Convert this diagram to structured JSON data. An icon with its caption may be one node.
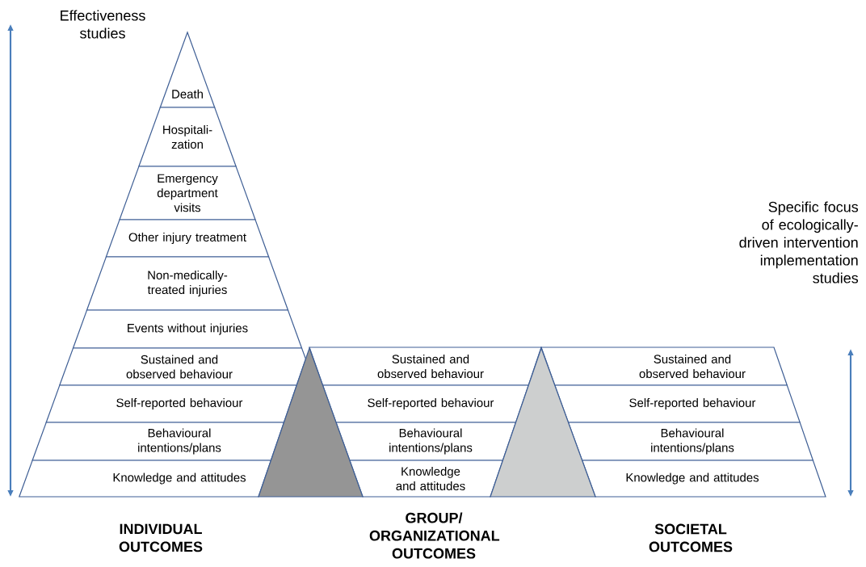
{
  "diagram": {
    "nodes": [
      {
        "text": [
          "Death"
        ]
      },
      {
        "text": [
          "Hospitali- zation"
        ]
      },
      {
        "text": [
          "Emergency department visits"
        ]
      },
      {
        "text": [
          "Other injury treatment"
        ]
      },
      {
        "text": [
          "Non-medically-treated injuries"
        ]
      },
      {
        "text": [
          "Events without injuries"
        ]
      },
      {
        "text": [
          "Sustained and observed behaviour"
        ]
      },
      {
        "text": [
          "Self-reported behaviour"
        ]
      },
      {
        "text": [
          "Behavioural intentions/plans"
        ]
      },
      {
        "text": [
          "Knowledge and attitudes"
        ]
      },
      {
        "text": [
          "Sustained and observed behaviour"
        ]
      },
      {
        "text": [
          "Self-reported behaviour"
        ]
      },
      {
        "text": [
          "Behavioural intentions/plans"
        ]
      },
      {
        "text": [
          "Knowledge and attitudes"
        ]
      },
      {
        "text": [
          "Sustained and observed behaviour"
        ]
      },
      {
        "text": [
          "Self-reported behaviour"
        ]
      },
      {
        "text": [
          "Behavioural intentions/plans"
        ]
      },
      {
        "text": [
          "Knowledge and attitudes"
        ]
      },
      {
        "text": [],
        "shape": "triangle"
      },
      {
        "text": [],
        "shape": "triangle"
      }
    ],
    "labels": [
      "Effectiveness studies",
      "Specific focus of ecologically-driven intervention implementation studies",
      "INDIVIDUAL OUTCOMES",
      "GROUP/ ORGANIZATIONAL OUTCOMES",
      "SOCIETAL OUTCOMES"
    ]
  }
}
